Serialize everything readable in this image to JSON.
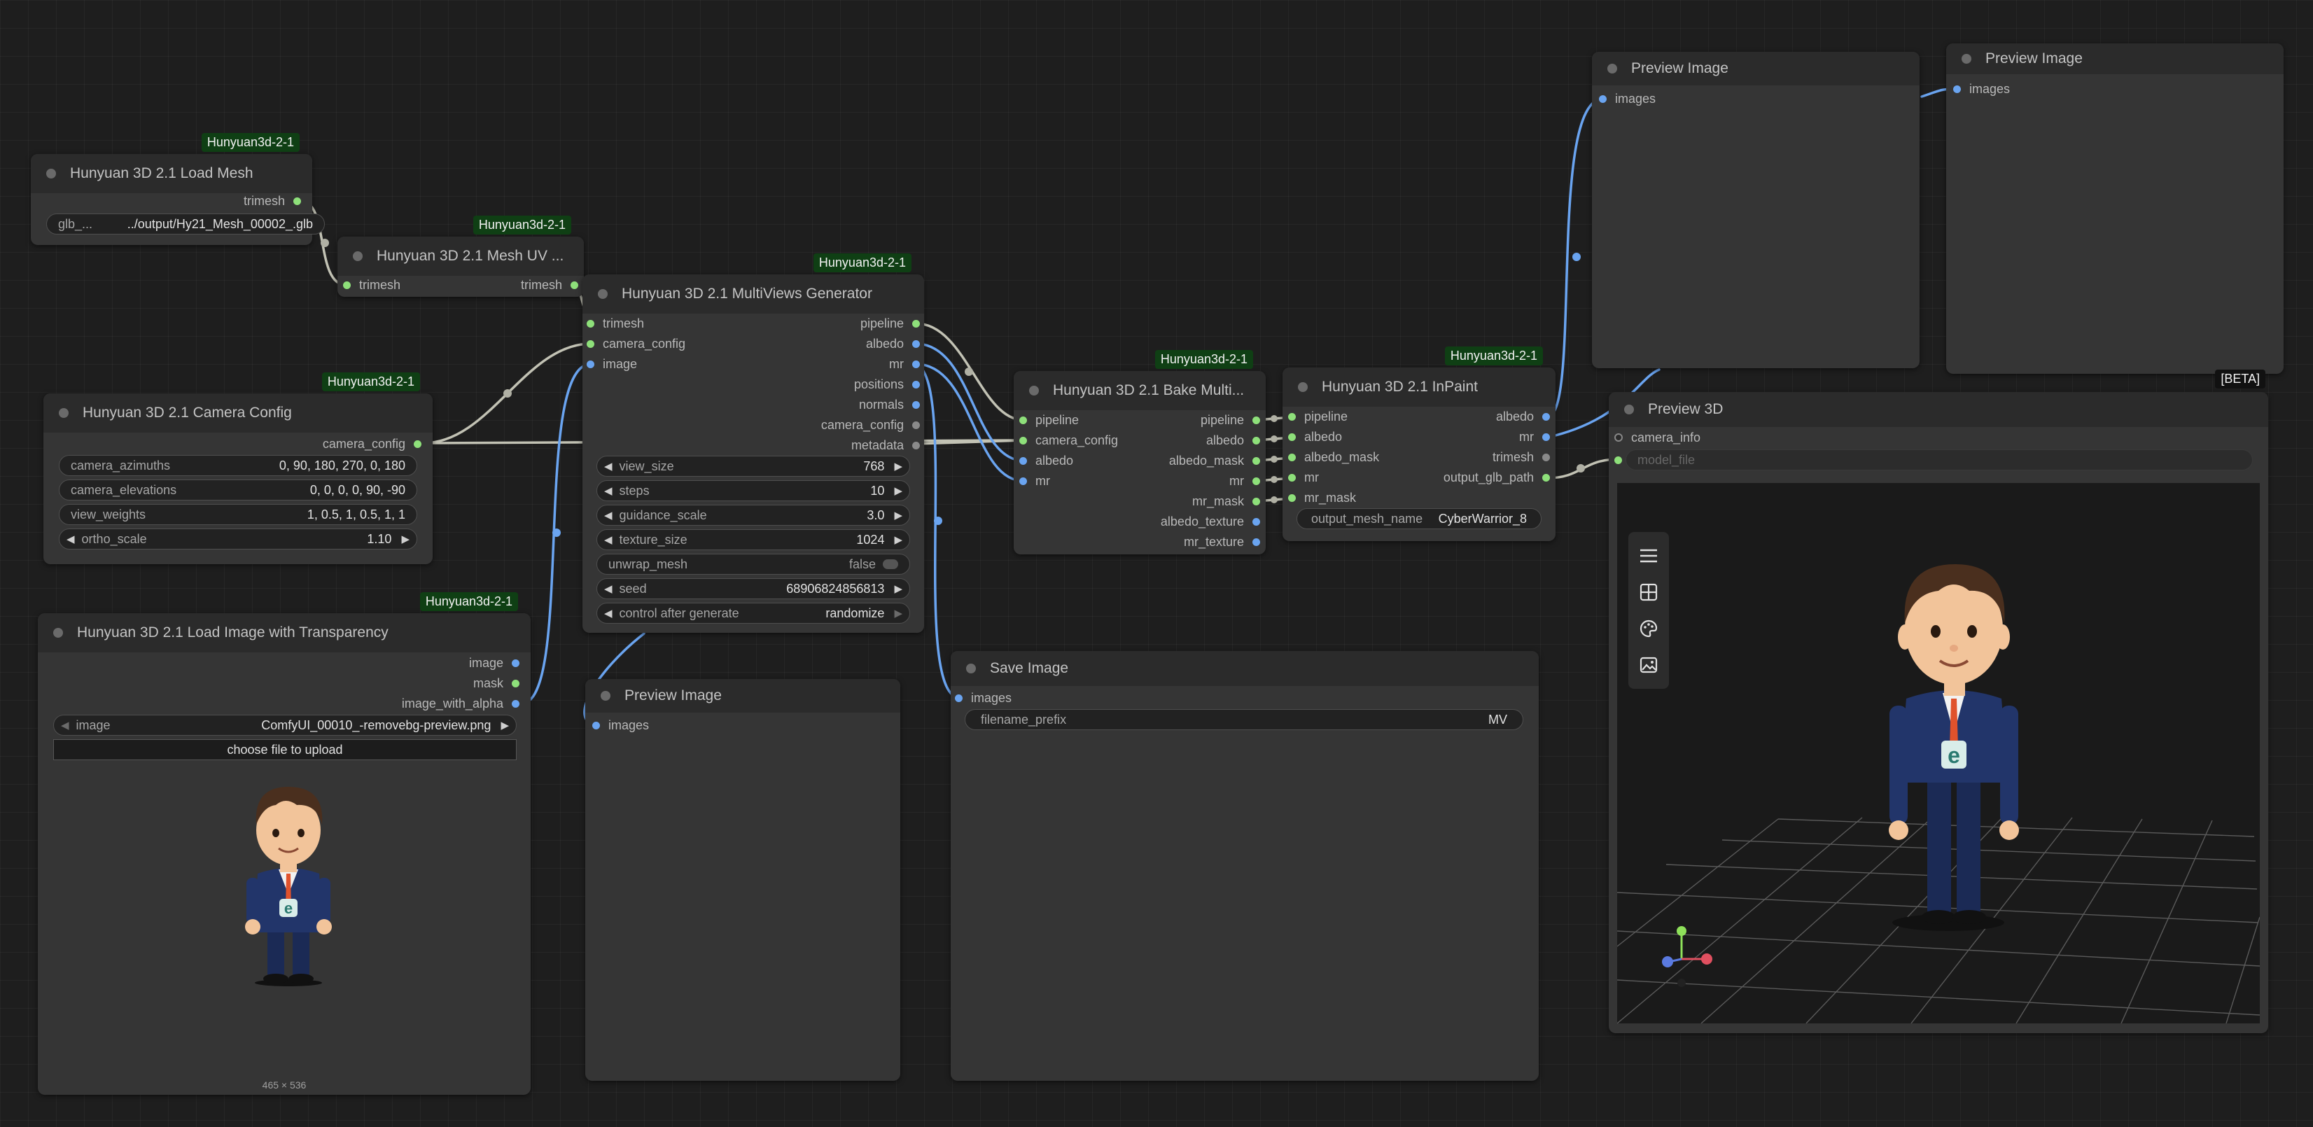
{
  "colors": {
    "canvas": "#1e1e1e",
    "node_body": "#353535",
    "node_title": "#2b2b2b",
    "badge_bg": "#0f3f14",
    "wire_trimesh": "#c2c2b4",
    "wire_image": "#6aa4f0"
  },
  "nodes": {
    "load_mesh": {
      "title": "Hunyuan 3D 2.1 Load Mesh",
      "badge": "Hunyuan3d-2-1",
      "outputs": [
        "trimesh"
      ],
      "widget_label": "glb_...",
      "widget_value": "../output/Hy21_Mesh_00002_.glb"
    },
    "mesh_uv": {
      "title": "Hunyuan 3D 2.1 Mesh UV ...",
      "badge": "Hunyuan3d-2-1",
      "input": "trimesh",
      "output": "trimesh"
    },
    "camera_config": {
      "title": "Hunyuan 3D 2.1 Camera Config",
      "badge": "Hunyuan3d-2-1",
      "output": "camera_config",
      "widgets": [
        {
          "label": "camera_azimuths",
          "value": "0, 90, 180, 270, 0, 180"
        },
        {
          "label": "camera_elevations",
          "value": "0, 0, 0, 0, 90, -90"
        },
        {
          "label": "view_weights",
          "value": "1, 0.5, 1, 0.5, 1, 1"
        },
        {
          "label": "ortho_scale",
          "value": "1.10"
        }
      ]
    },
    "load_image": {
      "title": "Hunyuan 3D 2.1 Load Image with Transparency",
      "badge": "Hunyuan3d-2-1",
      "outputs": [
        "image",
        "mask",
        "image_with_alpha"
      ],
      "image_label": "image",
      "image_value": "ComfyUI_00010_-removebg-preview.png",
      "upload_label": "choose file to upload",
      "image_size": "465 × 536"
    },
    "multiviews": {
      "title": "Hunyuan 3D 2.1 MultiViews Generator",
      "badge": "Hunyuan3d-2-1",
      "inputs": [
        "trimesh",
        "camera_config",
        "image"
      ],
      "outputs": [
        "pipeline",
        "albedo",
        "mr",
        "positions",
        "normals",
        "camera_config",
        "metadata"
      ],
      "widgets": [
        {
          "label": "view_size",
          "value": "768"
        },
        {
          "label": "steps",
          "value": "10"
        },
        {
          "label": "guidance_scale",
          "value": "3.0"
        },
        {
          "label": "texture_size",
          "value": "1024"
        },
        {
          "label": "unwrap_mesh",
          "value": "false"
        },
        {
          "label": "seed",
          "value": "68906824856813"
        },
        {
          "label": "control after generate",
          "value": "randomize"
        }
      ]
    },
    "preview_mid": {
      "title": "Preview Image",
      "input": "images"
    },
    "save_image": {
      "title": "Save Image",
      "input": "images",
      "widget_label": "filename_prefix",
      "widget_value": "MV"
    },
    "bake": {
      "title": "Hunyuan 3D 2.1 Bake Multi...",
      "badge": "Hunyuan3d-2-1",
      "inputs": [
        "pipeline",
        "camera_config",
        "albedo",
        "mr"
      ],
      "outputs": [
        "pipeline",
        "albedo",
        "albedo_mask",
        "mr",
        "mr_mask",
        "albedo_texture",
        "mr_texture"
      ]
    },
    "inpaint": {
      "title": "Hunyuan 3D 2.1 InPaint",
      "badge": "Hunyuan3d-2-1",
      "inputs": [
        "pipeline",
        "albedo",
        "albedo_mask",
        "mr",
        "mr_mask"
      ],
      "outputs": [
        "albedo",
        "mr",
        "trimesh",
        "output_glb_path"
      ],
      "widget_label": "output_mesh_name",
      "widget_value": "CyberWarrior_8"
    },
    "preview_a": {
      "title": "Preview Image",
      "input": "images"
    },
    "preview_b": {
      "title": "Preview Image",
      "input": "images"
    },
    "preview3d": {
      "title": "Preview 3D",
      "badge": "[BETA]",
      "input": "camera_info",
      "model_placeholder": "model_file",
      "toolbar_icons": [
        "menu-icon",
        "grid-icon",
        "palette-icon",
        "image-icon"
      ]
    }
  }
}
